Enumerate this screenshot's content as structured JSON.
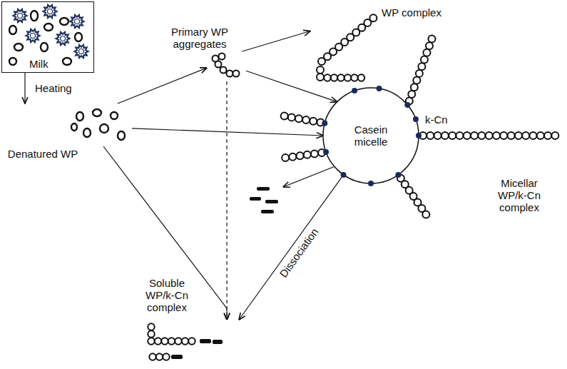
{
  "diagram": {
    "nodes": [
      {
        "text": [
          "Milk"
        ]
      },
      {
        "text": [
          "Denatured WP"
        ]
      },
      {
        "text": [
          "Primary WP aggregates"
        ]
      },
      {
        "text": [
          "WP complex"
        ]
      },
      {
        "text": [
          "Casein micelle"
        ]
      },
      {
        "text": [
          "Soluble WP/k-Cn complex"
        ]
      }
    ],
    "edges": [
      {
        "from": 0,
        "to": 1,
        "arrow": "to",
        "label": "Heating"
      },
      {
        "from": 1,
        "to": 2,
        "arrow": "to"
      },
      {
        "from": 1,
        "to": 4,
        "arrow": "to"
      },
      {
        "from": 1,
        "to": 5,
        "arrow": "to"
      },
      {
        "from": 2,
        "to": 3,
        "arrow": "to"
      },
      {
        "from": 2,
        "to": 4,
        "arrow": "to"
      },
      {
        "from": 2,
        "to": 5,
        "arrow": "to"
      },
      {
        "from": 4,
        "to": 5,
        "arrow": "to",
        "label": "Dissociation"
      }
    ],
    "labels": [
      "k-Cn",
      "Micellar WP/k-Cn complex"
    ]
  }
}
